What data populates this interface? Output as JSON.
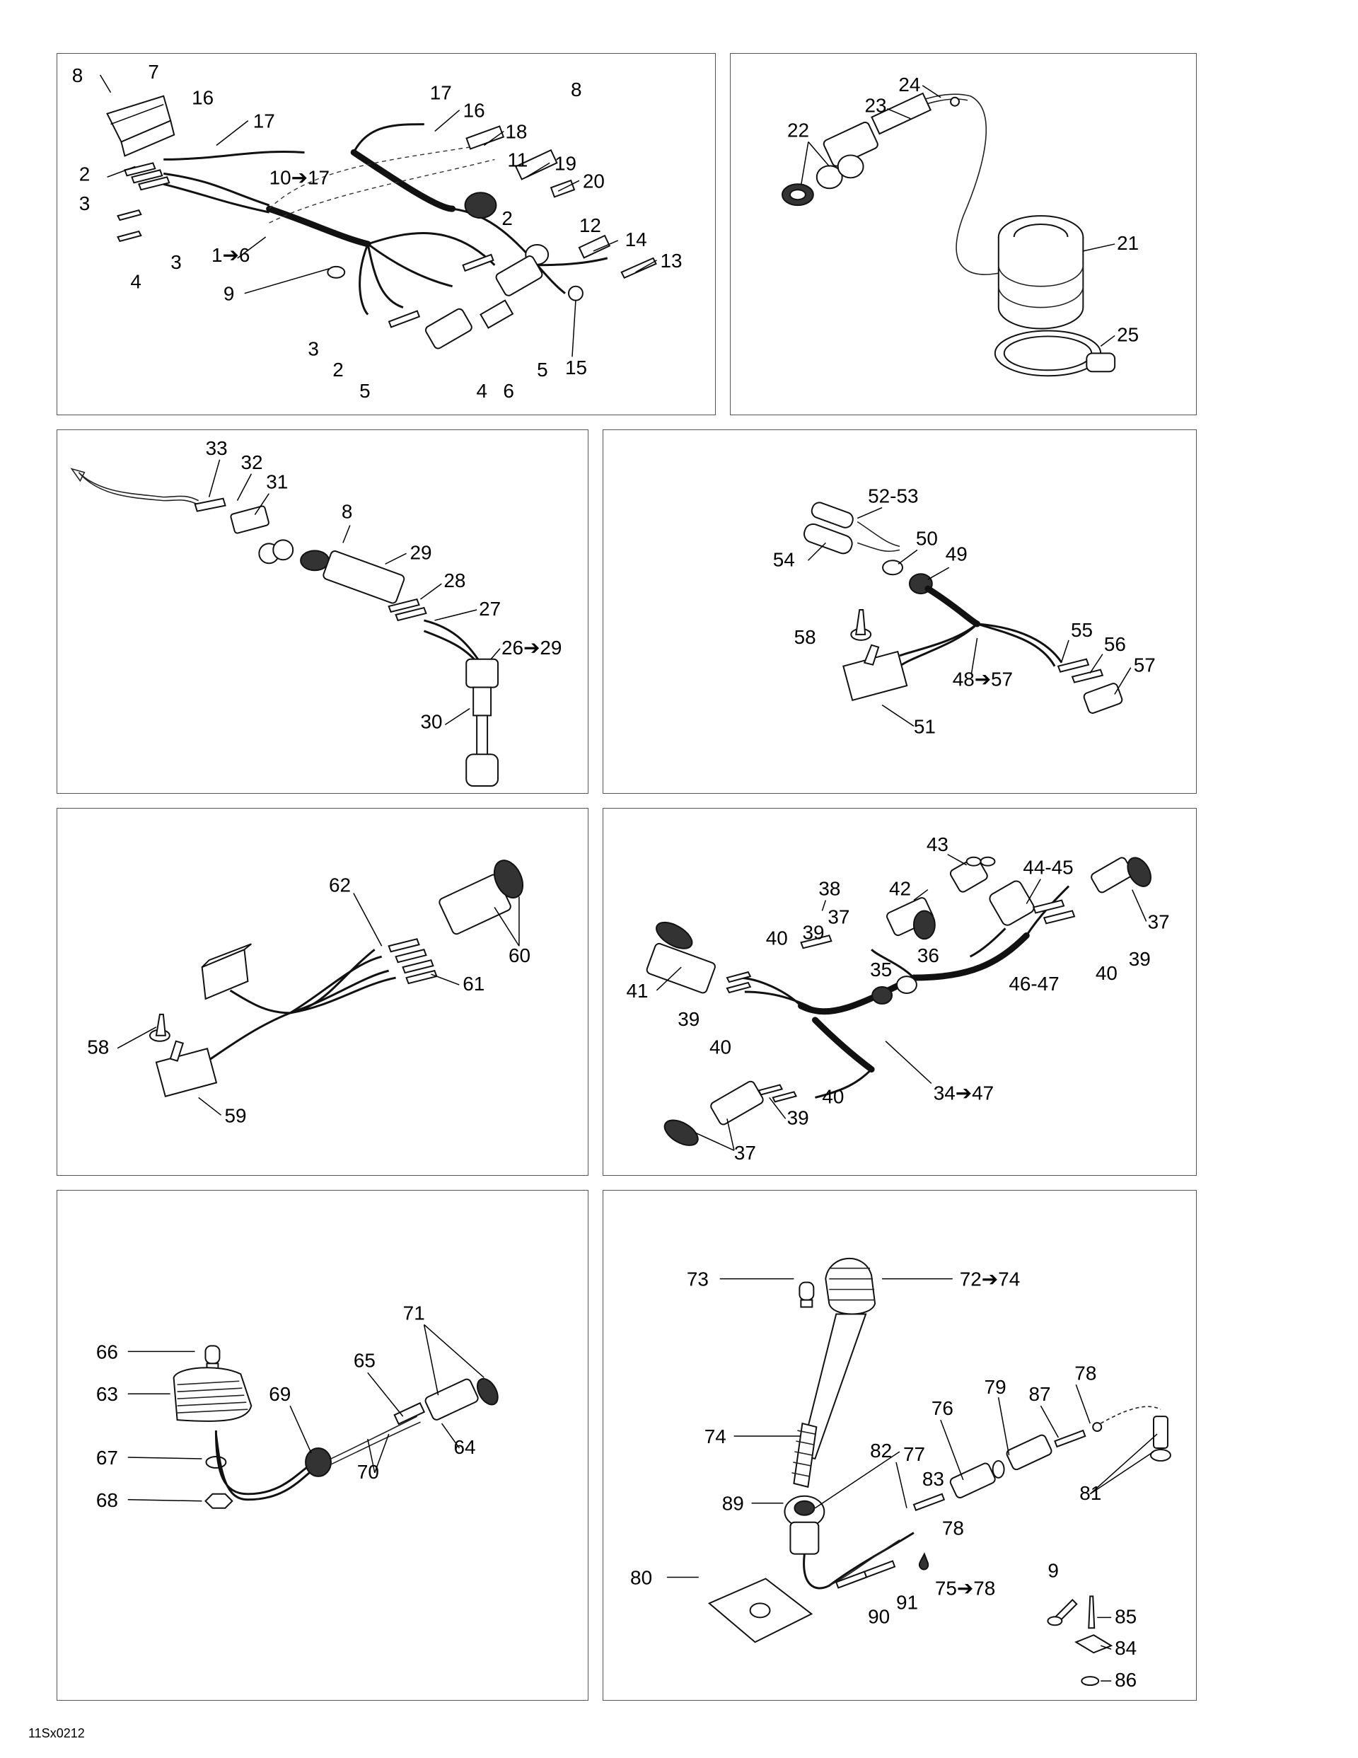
{
  "figure_code": "11Sx0212",
  "panels": [
    {
      "id": "main-harness",
      "labels": [
        "8",
        "7",
        "16",
        "17",
        "2",
        "3",
        "4",
        "3",
        "10➔17",
        "17",
        "16",
        "18",
        "8",
        "11",
        "19",
        "20",
        "2",
        "12",
        "14",
        "13",
        "1➔6",
        "9",
        "3",
        "2",
        "5",
        "4",
        "6",
        "5",
        "15"
      ]
    },
    {
      "id": "fuel-sender",
      "labels": [
        "24",
        "23",
        "22",
        "21",
        "25"
      ]
    },
    {
      "id": "sensor-harness",
      "labels": [
        "33",
        "32",
        "31",
        "8",
        "29",
        "28",
        "27",
        "26➔29",
        "30"
      ]
    },
    {
      "id": "switch-harness",
      "labels": [
        "52-53",
        "54",
        "50",
        "49",
        "58",
        "55",
        "56",
        "57",
        "48➔57",
        "51"
      ]
    },
    {
      "id": "box-switch-harness",
      "labels": [
        "62",
        "60",
        "61",
        "58",
        "59"
      ]
    },
    {
      "id": "lamp-harness",
      "labels": [
        "43",
        "38",
        "42",
        "44-45",
        "37",
        "40",
        "39",
        "36",
        "37",
        "41",
        "35",
        "46-47",
        "39",
        "40",
        "39",
        "40",
        "40",
        "34➔47",
        "39",
        "37"
      ]
    },
    {
      "id": "navigation-light",
      "labels": [
        "66",
        "71",
        "65",
        "63",
        "69",
        "64",
        "67",
        "70",
        "68"
      ]
    },
    {
      "id": "all-round-light",
      "labels": [
        "73",
        "72➔74",
        "78",
        "87",
        "79",
        "76",
        "74",
        "82",
        "77",
        "83",
        "81",
        "89",
        "78",
        "9",
        "80",
        "75➔78",
        "91",
        "85",
        "90",
        "84",
        "86"
      ]
    }
  ]
}
